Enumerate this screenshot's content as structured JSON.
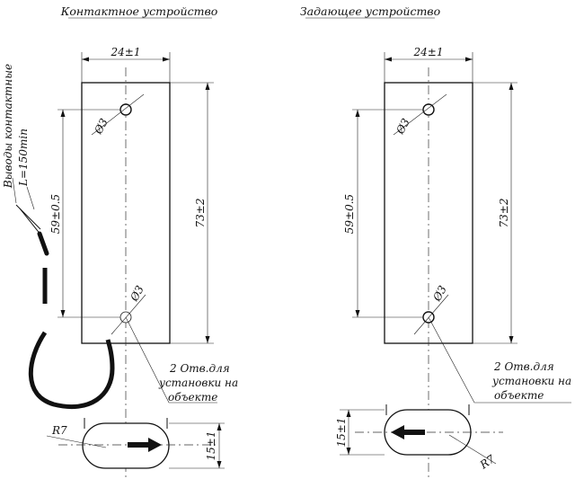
{
  "titles": {
    "left": "Контактное устройство",
    "right": "Задающее устройство"
  },
  "dimensions": {
    "width": "24±1",
    "height": "73±2",
    "hole_spacing": "59±0.5",
    "hole_diameter": "Ø3",
    "thickness": "15±1",
    "radius": "R7"
  },
  "leads_label": {
    "line1": "Выводы контактные",
    "line2": "L=150min"
  },
  "holes_note": {
    "line1": "2 Отв.для",
    "line2": "установки на",
    "line3": "объекте"
  }
}
